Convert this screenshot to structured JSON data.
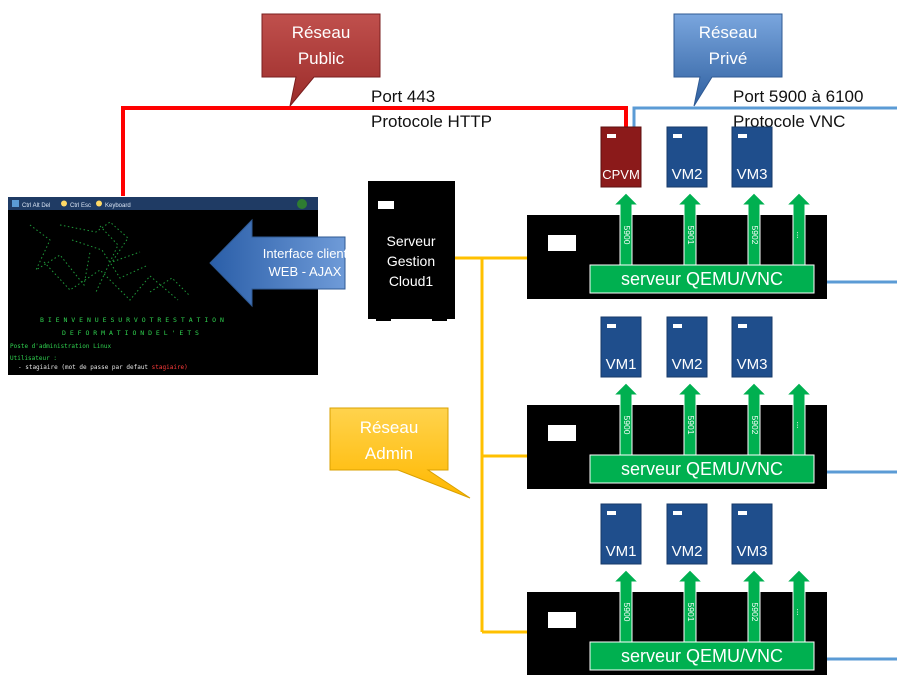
{
  "callouts": {
    "public": [
      "Réseau",
      "Public"
    ],
    "private": [
      "Réseau",
      "Privé"
    ],
    "admin": [
      "Réseau",
      "Admin"
    ]
  },
  "links": {
    "public": [
      "Port 443",
      "Protocole HTTP"
    ],
    "private": [
      "Port 5900 à 6100",
      "Protocole VNC"
    ]
  },
  "arrow_label": [
    "Interface client",
    "WEB - AJAX"
  ],
  "management_server": [
    "Serveur",
    "Gestion",
    "Cloud1"
  ],
  "terminal": {
    "toolbar": [
      "Ctrl Alt Del",
      "Ctrl Esc",
      "Keyboard"
    ],
    "line1": "B I E N V E N U E   S U R   V O T R E   S T A T I O N",
    "line2": "D E   F O R M A T I O N   D E   L ' E T S",
    "line3": "Poste d'administration Linux",
    "line4": "Utilisateur :",
    "line5a": "- stagiaire (mot de passe par defaut ",
    "line5b": "stagiaire)"
  },
  "hosts": [
    {
      "vms": [
        "CPVM",
        "VM2",
        "VM3"
      ],
      "ports": [
        "5900",
        "5901",
        "5902",
        "..."
      ],
      "label": "serveur QEMU/VNC"
    },
    {
      "vms": [
        "VM1",
        "VM2",
        "VM3"
      ],
      "ports": [
        "5900",
        "5901",
        "5902",
        "..."
      ],
      "label": "serveur QEMU/VNC"
    },
    {
      "vms": [
        "VM1",
        "VM2",
        "VM3"
      ],
      "ports": [
        "5900",
        "5901",
        "5902",
        "..."
      ],
      "label": "serveur QEMU/VNC"
    }
  ],
  "colors": {
    "public_net": "#ff0000",
    "private_net": "#5b9bd5",
    "admin_net": "#ffc000",
    "vm": "#1f4e8c",
    "cpvm": "#8b1a1a",
    "port_arrow": "#00b050",
    "host": "#000000"
  }
}
